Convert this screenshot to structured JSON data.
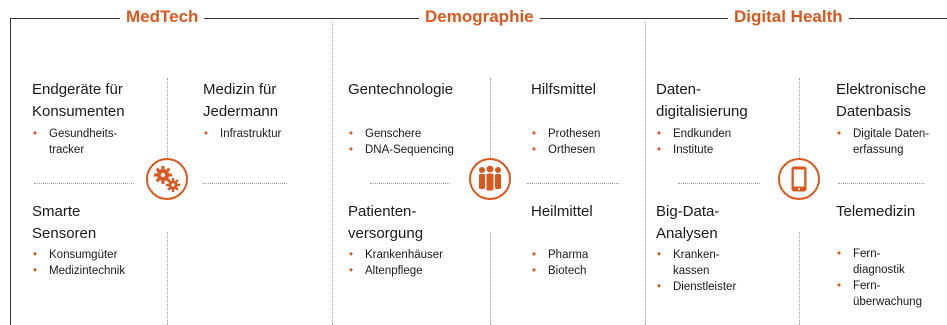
{
  "colors": {
    "accent": "#d9581e",
    "text": "#1a1a1a",
    "line": "#333333",
    "divider": "#9a9a9a"
  },
  "sections": [
    {
      "title": "MedTech",
      "icon": "gears-icon",
      "quadrants": [
        {
          "title": [
            "Endgeräte für",
            "Konsumenten"
          ],
          "bullets": [
            "Gesundheits-\ntracker"
          ]
        },
        {
          "title": [
            "Medizin für",
            "Jedermann"
          ],
          "bullets": [
            "Infrastruktur"
          ]
        },
        {
          "title": [
            "Smarte",
            "Sensoren"
          ],
          "bullets": [
            "Konsumgüter",
            "Medizintechnik"
          ]
        }
      ]
    },
    {
      "title": "Demographie",
      "icon": "people-icon",
      "quadrants": [
        {
          "title": [
            "Gentechnologie"
          ],
          "bullets": [
            "Genschere",
            "DNA-Sequencing"
          ]
        },
        {
          "title": [
            "Hilfsmittel"
          ],
          "bullets": [
            "Prothesen",
            "Orthesen"
          ]
        },
        {
          "title": [
            "Patienten-",
            "versorgung"
          ],
          "bullets": [
            "Krankenhäuser",
            "Altenpflege"
          ]
        },
        {
          "title": [
            "Heilmittel"
          ],
          "bullets": [
            "Pharma",
            "Biotech"
          ]
        }
      ]
    },
    {
      "title": "Digital Health",
      "icon": "tablet-icon",
      "quadrants": [
        {
          "title": [
            "Daten-",
            "digitalisierung"
          ],
          "bullets": [
            "Endkunden",
            "Institute"
          ]
        },
        {
          "title": [
            "Elektronische",
            "Datenbasis"
          ],
          "bullets": [
            "Digitale Daten-\nerfassung"
          ]
        },
        {
          "title": [
            "Big-Data-",
            "Analysen"
          ],
          "bullets": [
            "Kranken-\nkassen",
            "Dienstleister"
          ]
        },
        {
          "title": [
            "Telemedizin"
          ],
          "bullets": [
            "Fern-\ndiagnostik",
            "Fern-\nüberwachung"
          ]
        }
      ]
    }
  ]
}
